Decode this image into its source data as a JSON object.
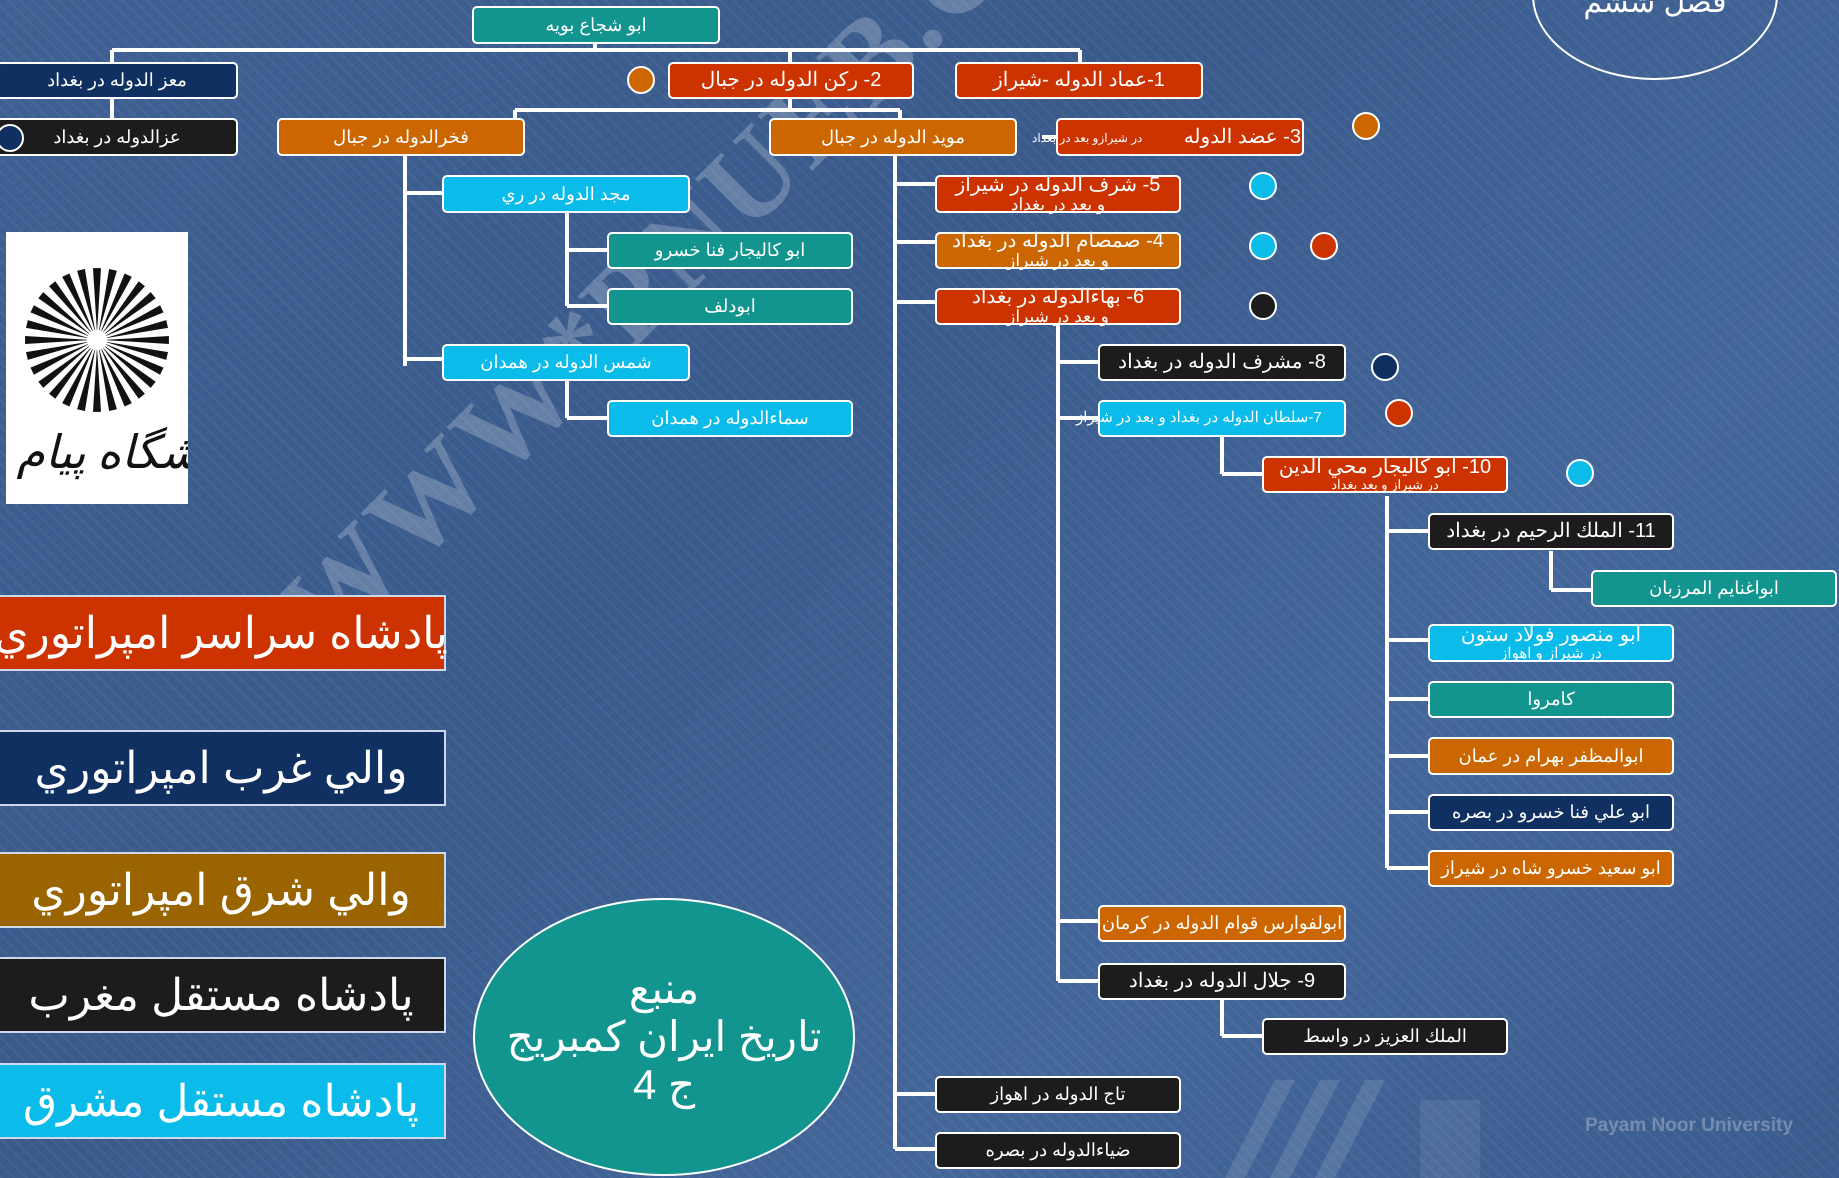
{
  "chapter": "فصل ششم",
  "watermark": "WWW*PNUEB.COM",
  "corner_text": "Payam Noor University",
  "logo_text": "دانشگاه پیام نور",
  "nodes": {
    "root": "ابو شجاع بويه",
    "muizz": "معز الدوله در بغداد",
    "rukn": "2- ركن الدوله در جبال",
    "imad": "1-عماد الدوله -شيراز",
    "izz": "عزالدوله در بغداد",
    "fakhr": "فخرالدوله در جبال",
    "muayyad": "مويد الدوله در جبال",
    "adud_main": "3- عضد الدوله",
    "adud_sub": "در شيرازو بعد در بغداد",
    "majd": "مجد الدوله در ري",
    "sharaf_1": "5- شرف الدوله در شيراز",
    "sharaf_2": "و بعد در بغداد",
    "abu_kalijar_fana": "ابو كاليجار فنا خسرو",
    "samsam_1": "4- صمصام الدوله در بغداد",
    "samsam_2": "و بعد در شيراز",
    "abu_dulaf": "ابودلف",
    "baha_1": "6- بهاءالدوله در بغداد",
    "baha_2": "و بعد در شيراز",
    "shams": "شمس الدوله در همدان",
    "musharrif": "8- مشرف الدوله در بغداد",
    "sama": "سماءالدوله در همدان",
    "sultan": "7-سلطان الدوله در بغداد و بعد در شيراز",
    "abu_kalijar_1": "10- ابو كاليجار محي الدين",
    "abu_kalijar_2": "در شيراز و بعد بغداد",
    "malik_rahim": "11- الملك الرحيم در بغداد",
    "abu_ghanaim": "ابواغنايم المرزبان",
    "fulad_1": "ابو منصور فولاد ستون",
    "fulad_2": "در شيراز و اهواز",
    "kamarwa": "كامروا",
    "bahram": "ابوالمظفر بهرام در عمان",
    "abu_ali": "ابو علي فنا خسرو در بصره",
    "abu_said": "ابو سعيد خسرو شاه در شيراز",
    "qawam": "ابولفوارس قوام الدوله در كرمان",
    "jalal": "9- جلال الدوله در بغداد",
    "malik_aziz": "الملك العزيز در واسط",
    "taj": "تاج الدوله در اهواز",
    "diya": "ضياءالدوله در بصره"
  },
  "legend": [
    "پادشاه سراسر امپراتوري",
    "والي غرب امپراتوري",
    "والي شرق امپراتوري",
    "پادشاه مستقل مغرب",
    "پادشاه مستقل مشرق"
  ],
  "source": {
    "heading": "منبع",
    "title": "تاريخ ايران كمبريج",
    "volume": "ج 4"
  },
  "colors": {
    "background": "#3f6193",
    "emperor": "#cc3300",
    "west_governor": "#0f3060",
    "east_governor": "#cc6600",
    "independent_west": "#1c1c1c",
    "independent_east": "#0bbbea",
    "other": "#12958f"
  }
}
